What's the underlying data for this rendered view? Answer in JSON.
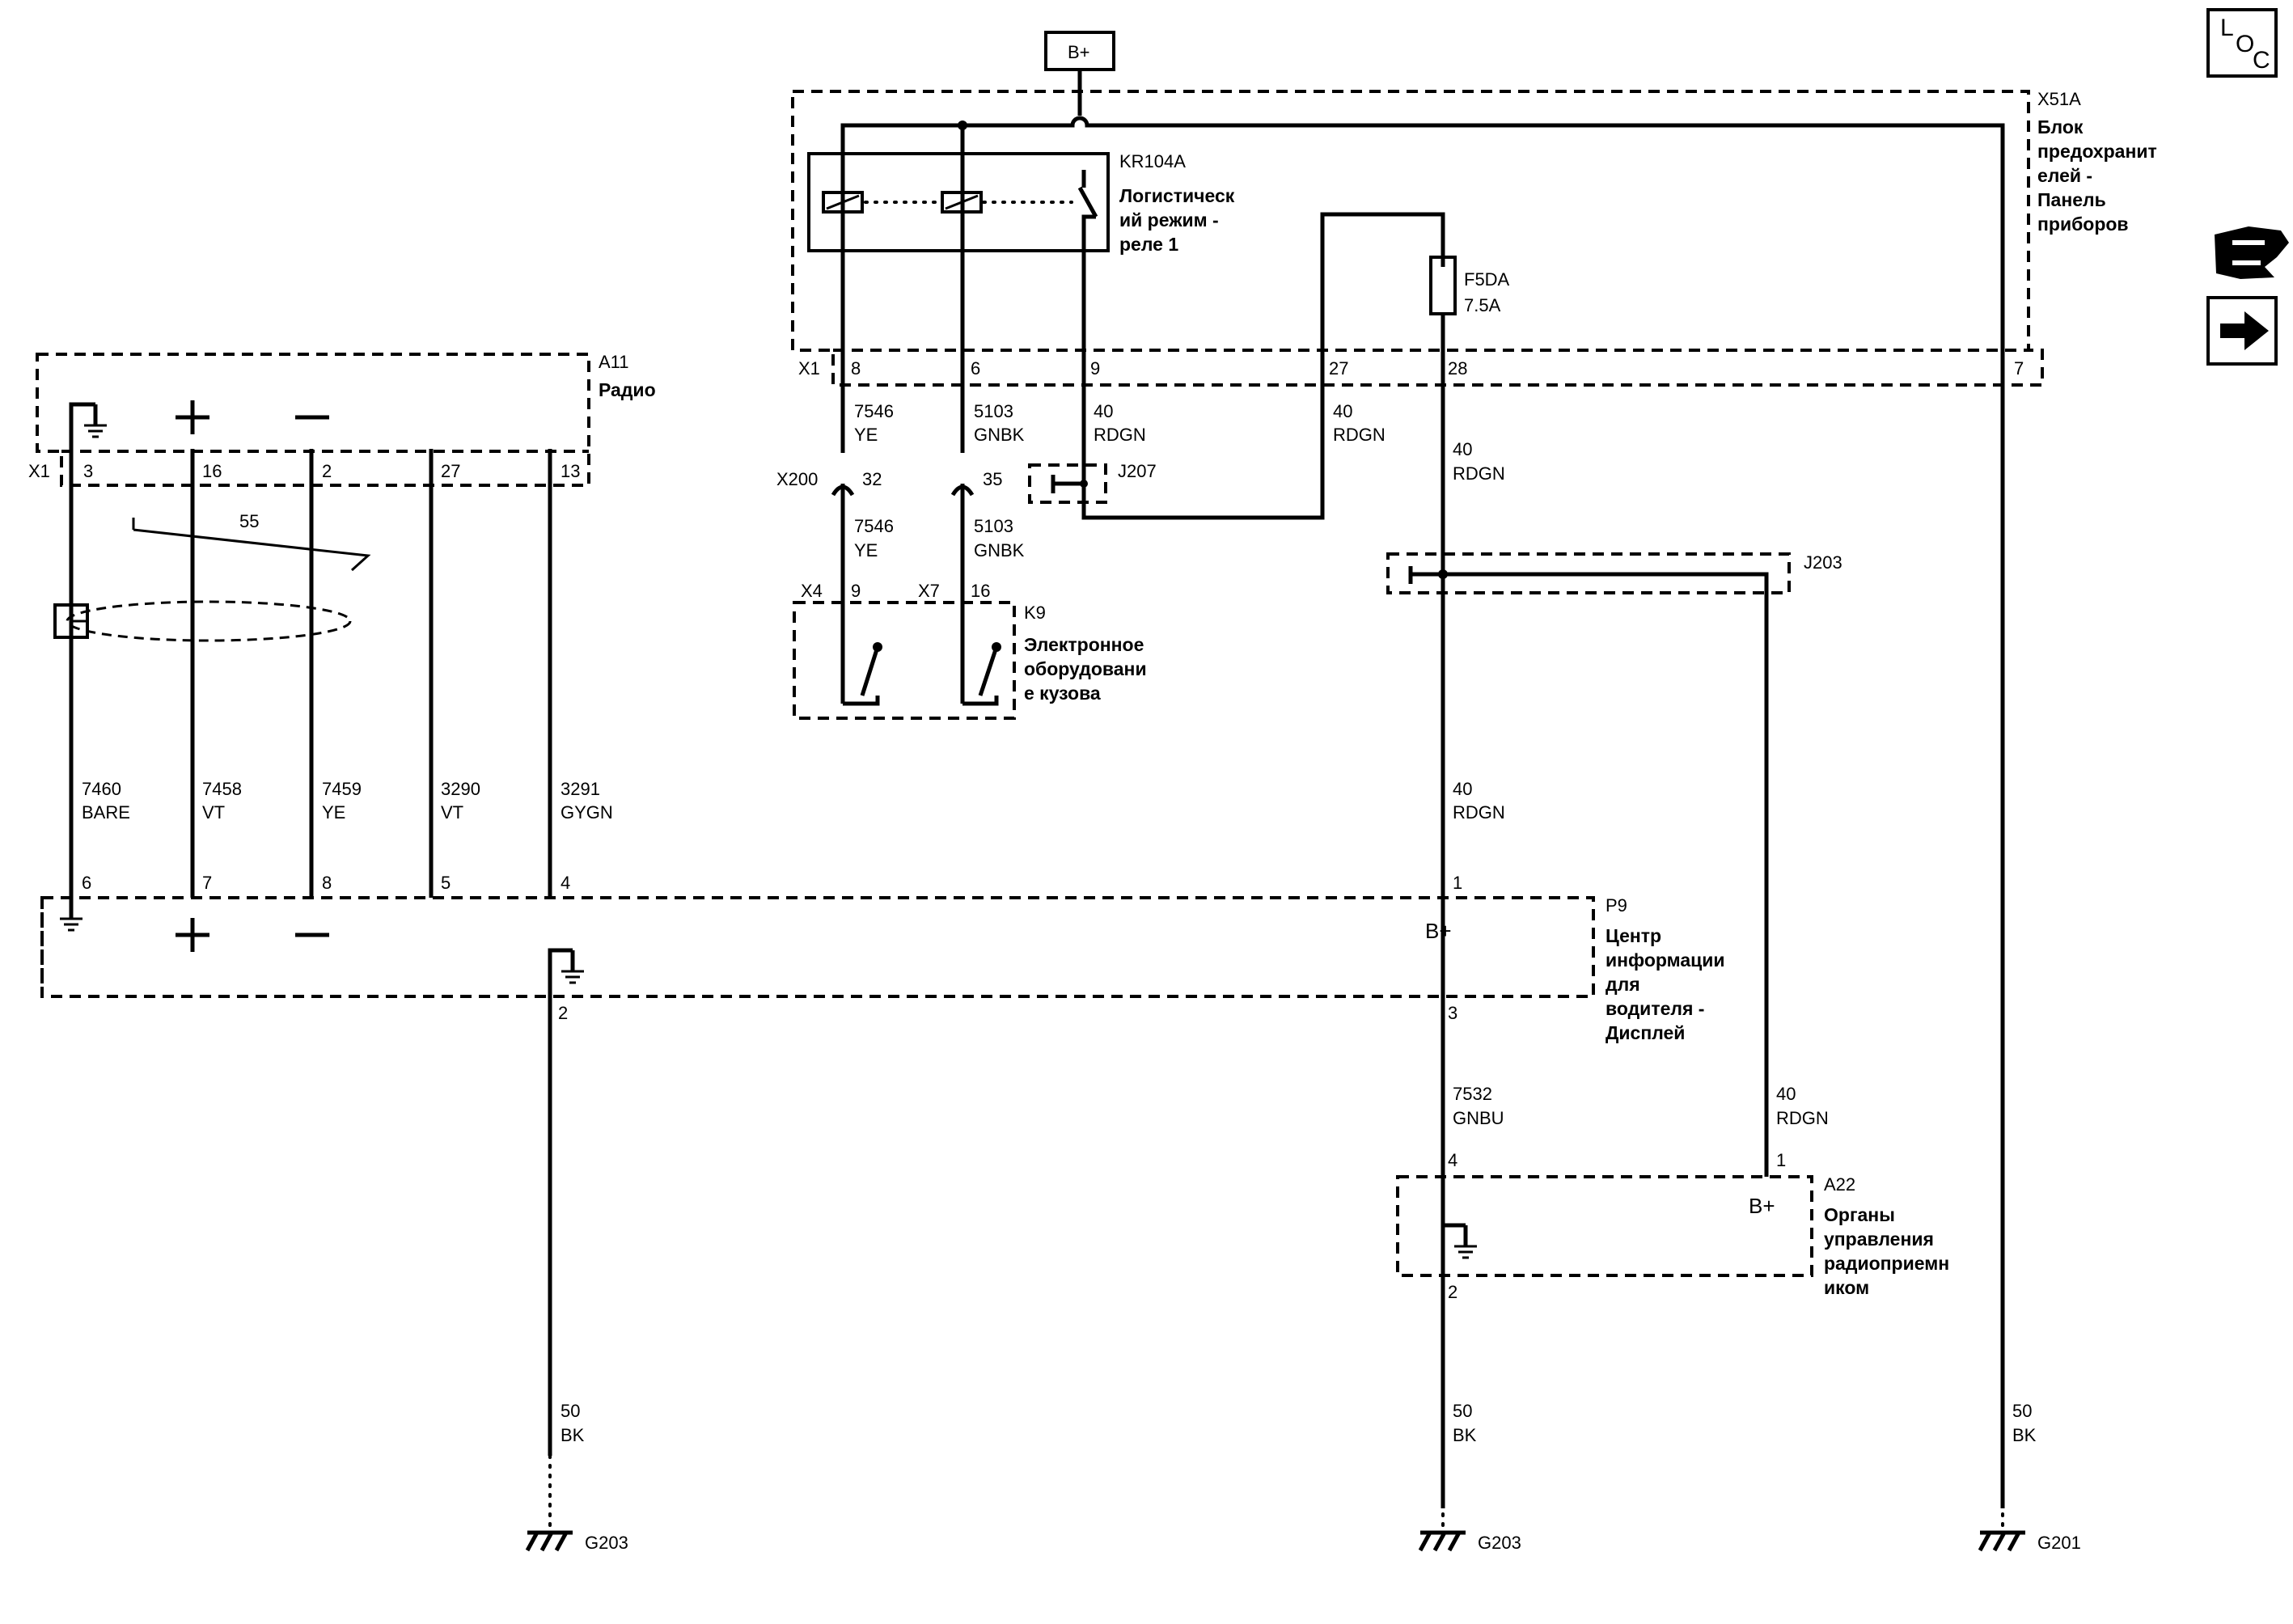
{
  "supply": {
    "label": "B+"
  },
  "icons": {
    "loc": [
      "L",
      "O",
      "C"
    ],
    "connector_icon": "connector-symbol-icon",
    "arrow_icon": "right-arrow-icon"
  },
  "x51a": {
    "id": "X51A",
    "name": [
      "Блок",
      "предохранит",
      "елей -",
      "Панель",
      "приборов"
    ],
    "connector": "X1",
    "pins": {
      "p8": "8",
      "p6": "6",
      "p9": "9",
      "p27": "27",
      "p28": "28",
      "p7": "7"
    }
  },
  "kr104a": {
    "id": "KR104A",
    "name": [
      "Логистическ",
      "ий режим -",
      "реле 1"
    ]
  },
  "fuse": {
    "id": "F5DA",
    "rating": "7.5A"
  },
  "a11": {
    "id": "A11",
    "name": "Радио",
    "connector": "X1",
    "shield_wire": "55",
    "pins": {
      "p3": "3",
      "p16": "16",
      "p2": "2",
      "p27": "27",
      "p13": "13"
    }
  },
  "j207": {
    "id": "J207"
  },
  "j203": {
    "id": "J203"
  },
  "x200": {
    "id": "X200",
    "p32": "32",
    "p35": "35"
  },
  "k9": {
    "id": "K9",
    "name": [
      "Электронное",
      "оборудовани",
      "е кузова"
    ],
    "x4": "X4",
    "x7": "X7",
    "p9": "9",
    "p16": "16"
  },
  "p9": {
    "id": "P9",
    "name": [
      "Центр",
      "информации",
      "для",
      "водителя -",
      "Дисплей"
    ],
    "bplus": "B+",
    "pins": {
      "p6": "6",
      "p7": "7",
      "p8": "8",
      "p5": "5",
      "p4": "4",
      "p1": "1",
      "p2": "2",
      "p3": "3"
    }
  },
  "a22": {
    "id": "A22",
    "name": [
      "Органы",
      "управления",
      "радиоприемн",
      "иком"
    ],
    "bplus": "B+",
    "pins": {
      "p4": "4",
      "p1": "1",
      "p2": "2"
    }
  },
  "wires": {
    "w7546a": [
      "7546",
      "YE"
    ],
    "w5103a": [
      "5103",
      "GNBK"
    ],
    "w40a": [
      "40",
      "RDGN"
    ],
    "w40b": [
      "40",
      "RDGN"
    ],
    "w40c": [
      "40",
      "RDGN"
    ],
    "w7546b": [
      "7546",
      "YE"
    ],
    "w5103b": [
      "5103",
      "GNBK"
    ],
    "w7460": [
      "7460",
      "BARE"
    ],
    "w7458": [
      "7458",
      "VT"
    ],
    "w7459": [
      "7459",
      "YE"
    ],
    "w3290": [
      "3290",
      "VT"
    ],
    "w3291": [
      "3291",
      "GYGN"
    ],
    "w40d": [
      "40",
      "RDGN"
    ],
    "w7532": [
      "7532",
      "GNBU"
    ],
    "w40e": [
      "40",
      "RDGN"
    ],
    "w50a": [
      "50",
      "BK"
    ],
    "w50b": [
      "50",
      "BK"
    ],
    "w50c": [
      "50",
      "BK"
    ]
  },
  "grounds": {
    "g1": "G203",
    "g2": "G203",
    "g3": "G201"
  }
}
